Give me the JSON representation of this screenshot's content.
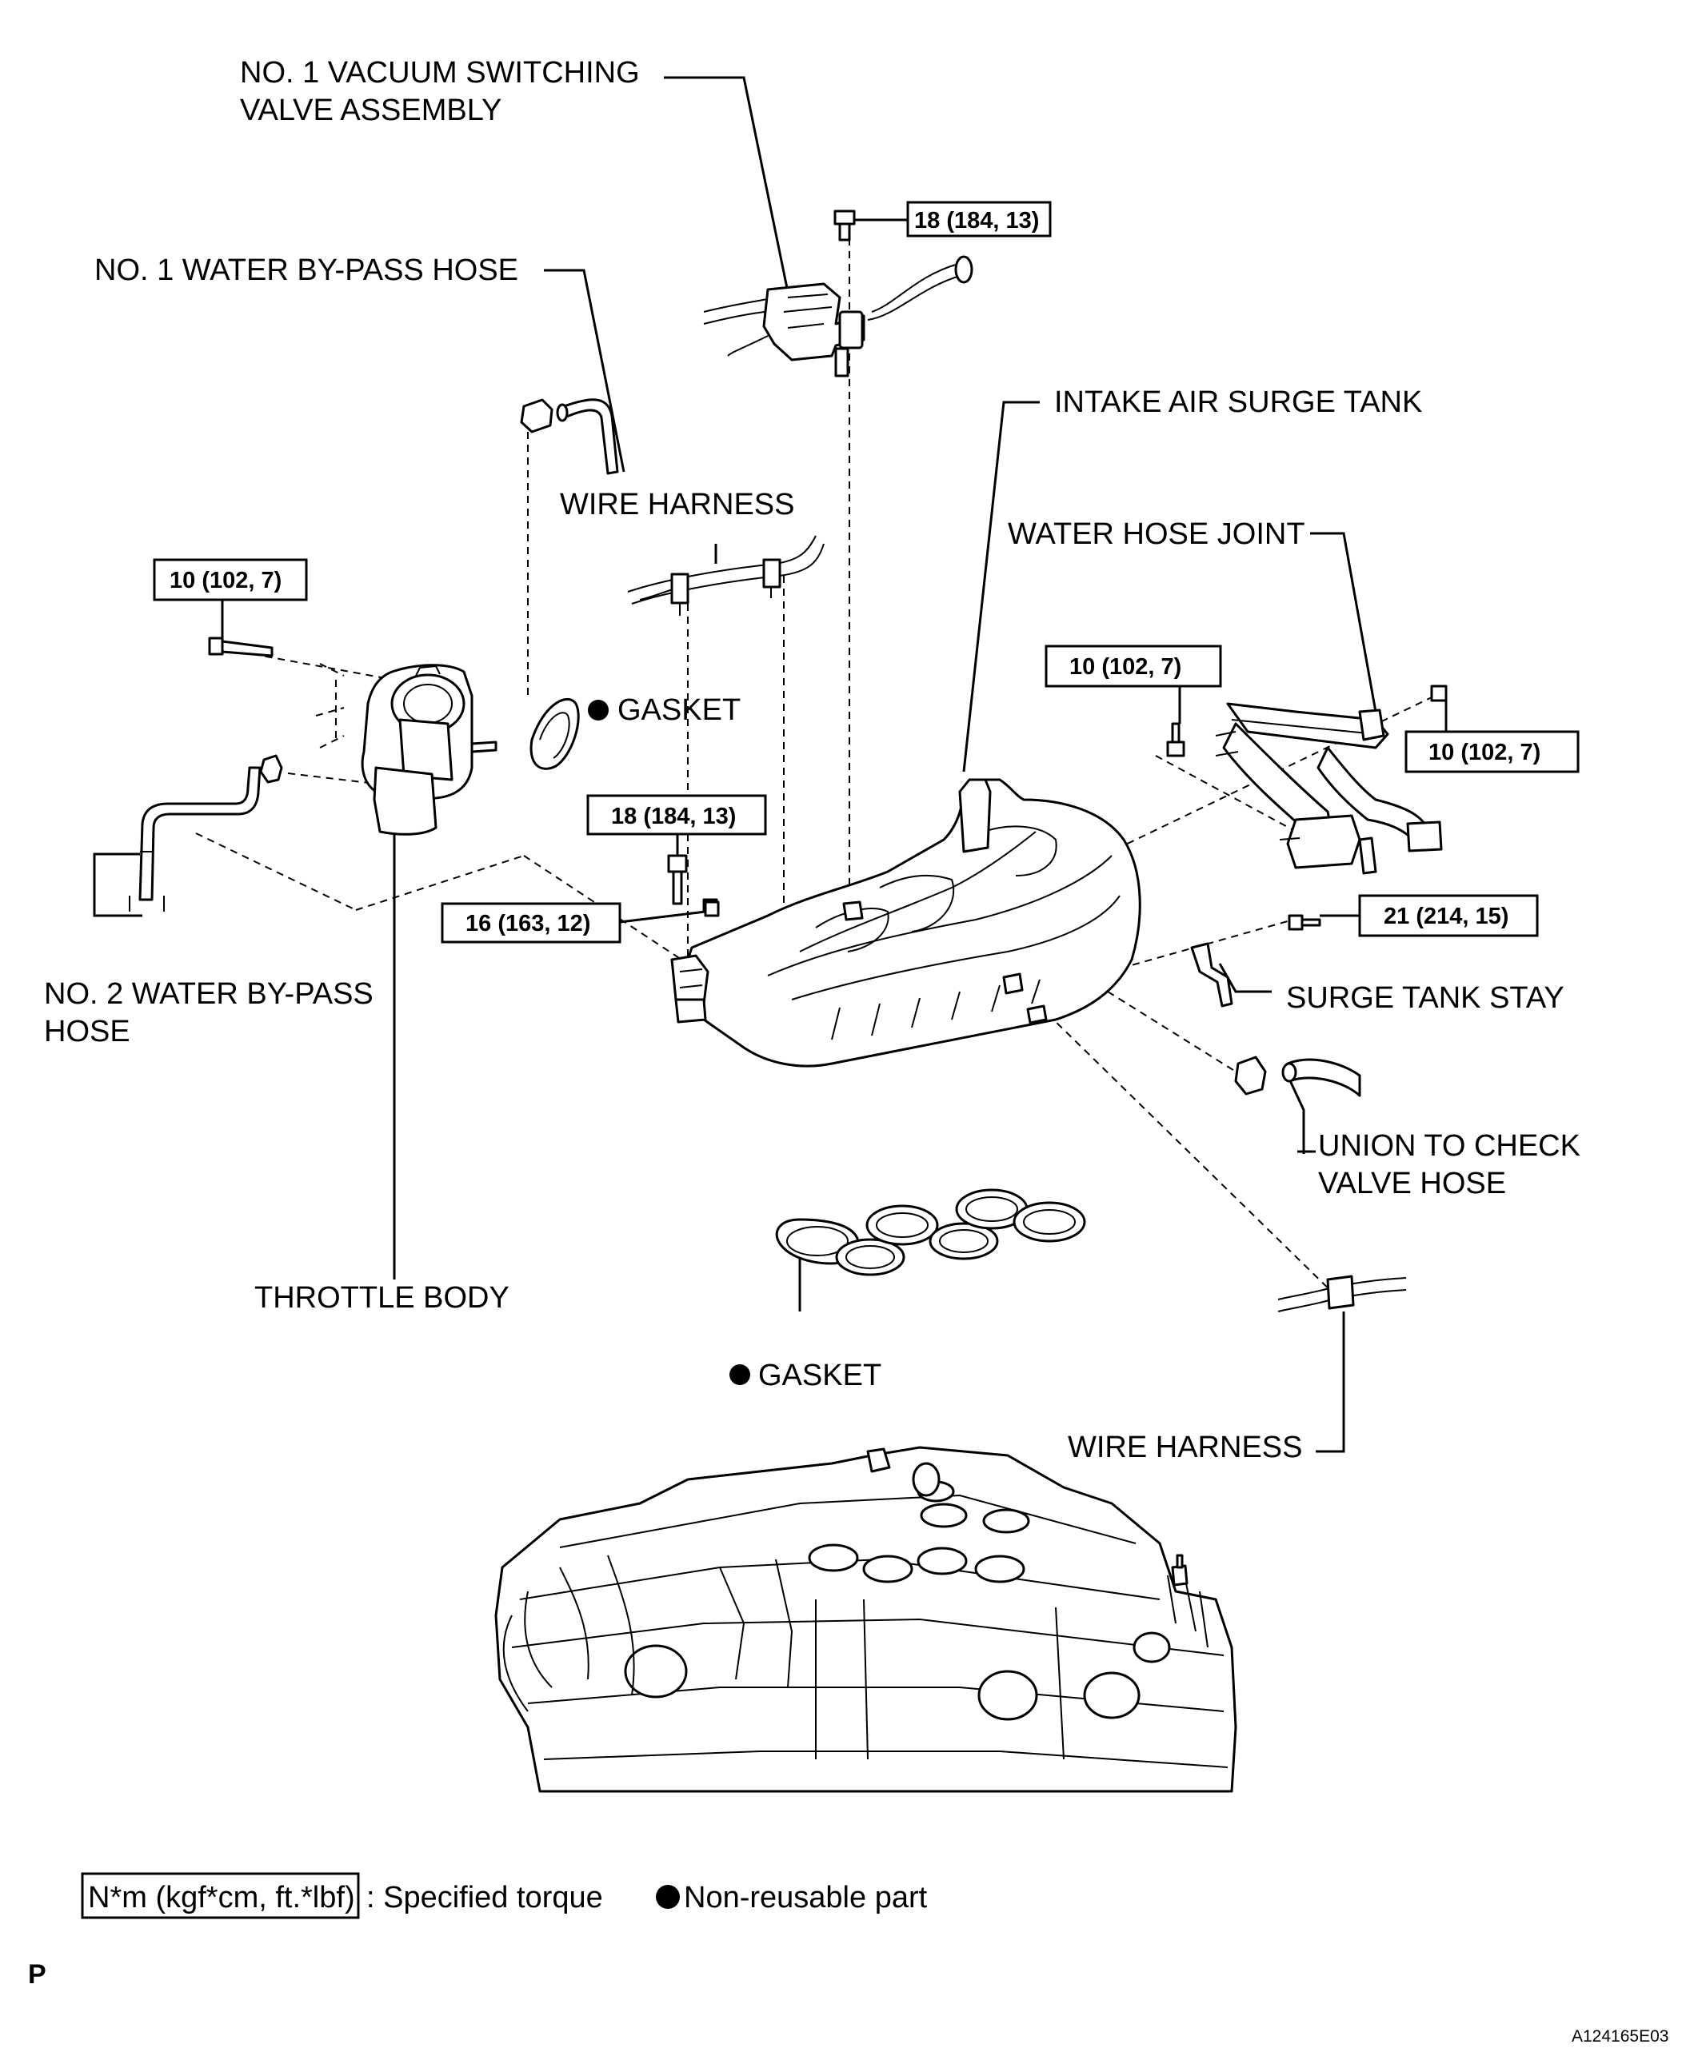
{
  "labels": {
    "vsv_line1": "NO. 1 VACUUM SWITCHING",
    "vsv_line2": "VALVE ASSEMBLY",
    "water_bypass_1": "NO. 1 WATER BY-PASS HOSE",
    "intake_surge_tank": "INTAKE AIR SURGE TANK",
    "wire_harness_top": "WIRE HARNESS",
    "water_hose_joint": "WATER HOSE JOINT",
    "gasket_throttle": "GASKET",
    "water_bypass_2_line1": "NO. 2 WATER BY-PASS",
    "water_bypass_2_line2": "HOSE",
    "surge_tank_stay": "SURGE TANK STAY",
    "union_line1": "UNION TO CHECK",
    "union_line2": "VALVE HOSE",
    "throttle_body": "THROTTLE BODY",
    "gasket_manifold": "GASKET",
    "wire_harness_bottom": "WIRE HARNESS"
  },
  "torques": {
    "vsv_bolt": "18 (184, 13)",
    "throttle_bolt": "10 (102, 7)",
    "joint_bolt_left": "10 (102, 7)",
    "joint_bolt_right": "10 (102, 7)",
    "surge_bolt": "18 (184, 13)",
    "surge_nut": "16 (163, 12)",
    "stay_bolt": "21 (214, 15)"
  },
  "legend": {
    "torque_unit": "N*m (kgf*cm, ft.*lbf)",
    "torque_desc": ": Specified torque",
    "nonreusable": "Non-reusable part"
  },
  "corner_letter": "P",
  "figure_id": "A124165E03"
}
